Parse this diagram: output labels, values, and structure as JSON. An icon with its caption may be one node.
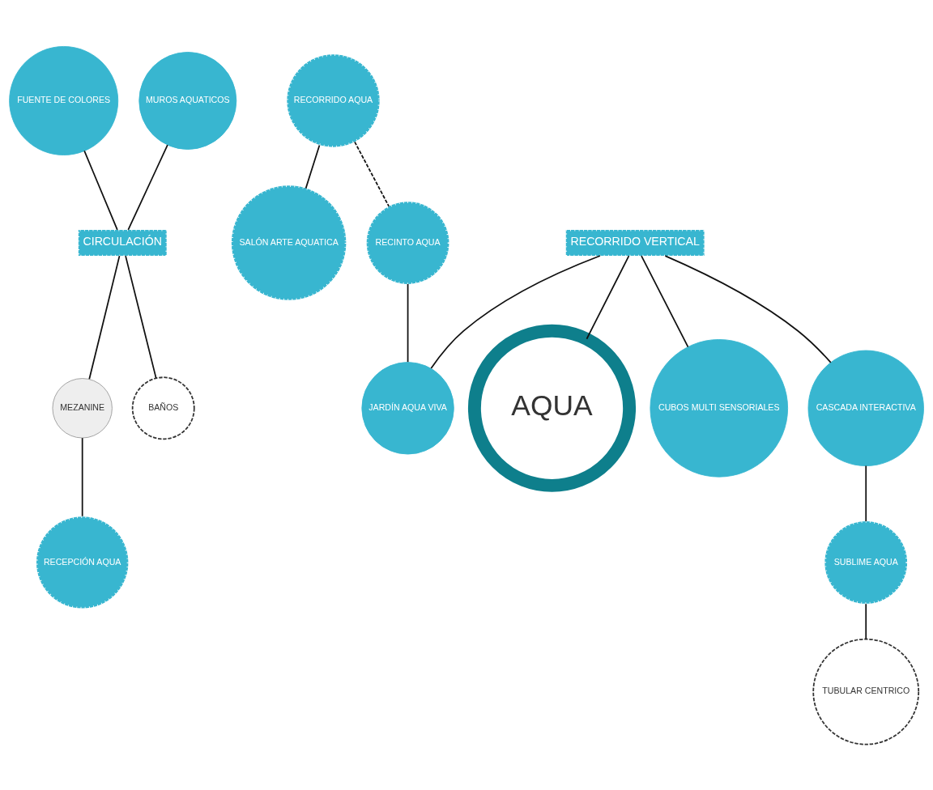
{
  "diagram": {
    "nodes": [
      {
        "text": [
          "CIRCULACIÓN"
        ]
      },
      {
        "text": [
          "FUENTE DE COLORES"
        ]
      },
      {
        "text": [
          "MUROS AQUATICOS"
        ]
      },
      {
        "text": [
          "MEZANINE"
        ]
      },
      {
        "text": [
          "BAÑOS"
        ]
      },
      {
        "text": [
          "RECEPCIÓN AQUA"
        ]
      },
      {
        "text": [
          "RECORRIDO AQUA"
        ]
      },
      {
        "text": [
          "SALÓN ARTE AQUATICA"
        ]
      },
      {
        "text": [
          "AQUA"
        ]
      },
      {
        "text": [
          "RECORRIDO VERTICAL"
        ]
      },
      {
        "text": [
          "RECINTO AQUA"
        ]
      },
      {
        "text": [
          "JARDÍN AQUA VIVA"
        ]
      },
      {
        "text": [
          "CUBOS MULTI SENSORIALES"
        ]
      },
      {
        "text": [
          "CASCADA INTERACTIVA"
        ]
      },
      {
        "text": [
          "SUBLIME AQUA"
        ]
      },
      {
        "text": [
          "TUBULAR CENTRICO"
        ]
      }
    ],
    "edges": [
      {
        "from": 1,
        "to": 0,
        "arrow": "none"
      },
      {
        "from": 2,
        "to": 0,
        "arrow": "none"
      },
      {
        "from": 0,
        "to": 3,
        "arrow": "none"
      },
      {
        "from": 0,
        "to": 4,
        "arrow": "none"
      },
      {
        "from": 3,
        "to": 5,
        "arrow": "none"
      },
      {
        "from": 6,
        "to": 7,
        "arrow": "none"
      },
      {
        "from": 6,
        "to": 10,
        "arrow": "none",
        "style": "dashed"
      },
      {
        "from": 9,
        "to": 8,
        "arrow": "none"
      },
      {
        "from": 9,
        "to": 11,
        "arrow": "none"
      },
      {
        "from": 9,
        "to": 12,
        "arrow": "none"
      },
      {
        "from": 9,
        "to": 13,
        "arrow": "none"
      },
      {
        "from": 10,
        "to": 11,
        "arrow": "none"
      },
      {
        "from": 13,
        "to": 14,
        "arrow": "none"
      },
      {
        "from": 14,
        "to": 15,
        "arrow": "none"
      }
    ]
  }
}
